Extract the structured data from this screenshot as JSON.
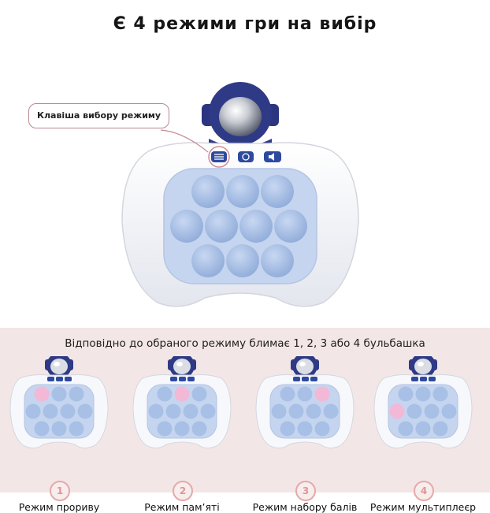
{
  "title": "Є 4 режими гри на вибір",
  "callout": "Клавіша вибору режиму",
  "caption": "Відповідно до обраного режиму блимає 1, 2, 3 або 4 бульбашка",
  "modes": [
    {
      "number": "1",
      "label": "Режим прориву"
    },
    {
      "number": "2",
      "label": "Режим пам’яті"
    },
    {
      "number": "3",
      "label": "Режим набору балів"
    },
    {
      "number": "4",
      "label": "Режим мультиплеєр"
    }
  ],
  "colors": {
    "body": "#f4f5f8",
    "panel_bg": "#c5d5ef",
    "bubble": "#a8c0e6",
    "helmet": "#2f3a86",
    "highlight": "#f2b8d6",
    "bottom_panel": "#f3e6e6",
    "number_ring": "#e5a9a9"
  },
  "icons": {
    "mode_button": "list-icon",
    "power_button": "power-icon",
    "sound_button": "speaker-icon"
  },
  "highlighted_bubble_per_mode": [
    1,
    2,
    3,
    4
  ]
}
